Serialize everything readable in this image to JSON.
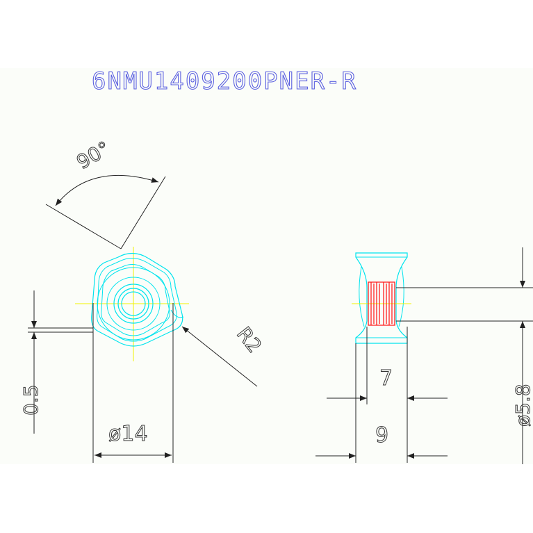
{
  "title": "6NMU1409200PNER-R",
  "colors": {
    "background": "#fbfdf9",
    "title": "#5a5fe0",
    "outline": "#00e4ee",
    "centerline": "#f2f200",
    "dimension": "#222222",
    "hatch": "#ff2020"
  },
  "dimensions": {
    "angle": "90°",
    "radius": "R2",
    "thickness": "0.5",
    "diameter": "ø14",
    "inner_width": "7",
    "outer_width": "9",
    "side_diameter": "ø5.8"
  }
}
